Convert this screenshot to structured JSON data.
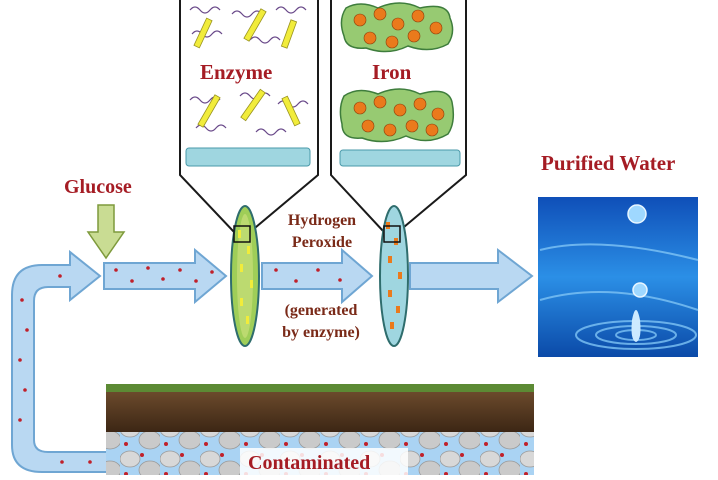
{
  "labels": {
    "enzyme": "Enzyme",
    "iron": "Iron",
    "glucose": "Glucose",
    "purified_water": "Purified Water",
    "hydrogen_peroxide": [
      "Hydrogen",
      "Peroxide"
    ],
    "generated_by_enzyme": [
      "(generated",
      "by enzyme)"
    ],
    "contaminated": "Contaminated"
  },
  "colors": {
    "label_red": "#a51c24",
    "label_brown": "#7a2a18",
    "arrow_fill": "#b9d8f2",
    "arrow_stroke": "#6fa6d3",
    "particle_red": "#c0202a",
    "enzyme_green": "#9fce58",
    "enzyme_yellow": "#f1ec3b",
    "iron_orange": "#ea7a1c",
    "support_green": "#97ca72",
    "support_outline": "#3e7d3c",
    "water_blue": "#1f6ed4",
    "soil_brown": "#5a3b22",
    "grass_green": "#5c8a34",
    "gravel_grey": "#cfcfcf",
    "groundwater_blue": "#aad3f3"
  }
}
